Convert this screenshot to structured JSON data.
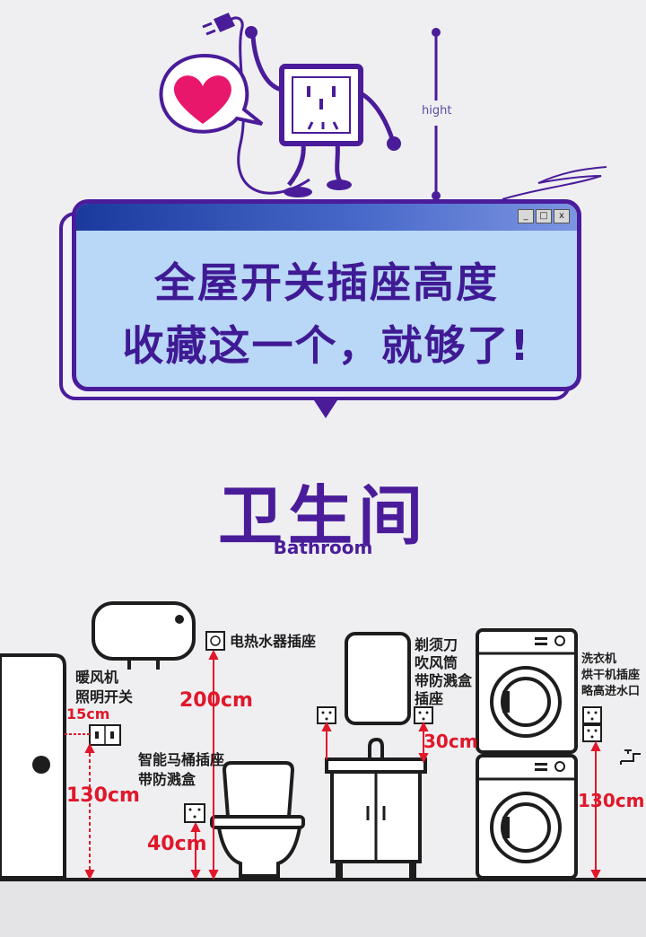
{
  "header": {
    "height_label": "hight",
    "title_line1": "全屋开关插座高度",
    "title_line2": "收藏这一个，就够了!",
    "window_buttons": [
      "_",
      "□",
      "x"
    ]
  },
  "section": {
    "title": "卫生间",
    "subtitle": "Bathroom"
  },
  "labels": {
    "heater_switch": [
      "暖风机",
      "照明开关"
    ],
    "water_heater": "电热水器插座",
    "toilet": [
      "智能马桶插座",
      "带防溅盒"
    ],
    "shaver": [
      "剃须刀",
      "吹风筒",
      "带防溅盒",
      "插座"
    ],
    "washer": [
      "洗衣机",
      "烘干机插座",
      "略高进水口"
    ]
  },
  "dimensions": {
    "switch_side": "15cm",
    "switch_height": "130cm",
    "heater_height": "200cm",
    "toilet_height": "40cm",
    "shaver_offset": "30cm",
    "washer_height": "130cm"
  },
  "colors": {
    "brand": "#4a1c9a",
    "dimension": "#e0182a",
    "heart": "#e8176b",
    "window": "#b9d7f7"
  }
}
